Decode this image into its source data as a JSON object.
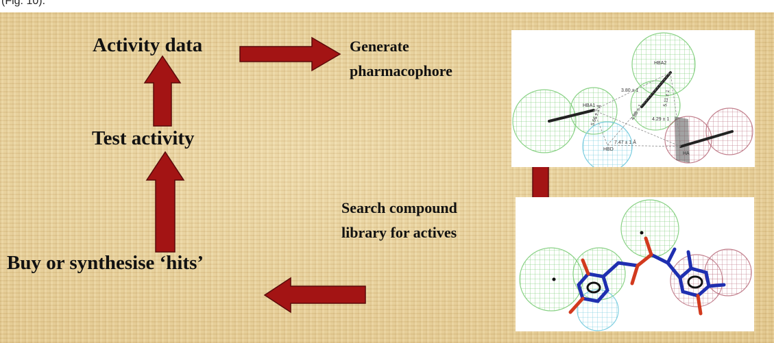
{
  "caption": "(Fig. 10).",
  "steps": {
    "activity_data": "Activity data",
    "generate_line1": "Generate",
    "generate_line2": "pharmacophore",
    "test_activity": "Test activity",
    "search_line1": "Search compound",
    "search_line2": "library for actives",
    "buy_hits": "Buy or synthesise ‘hits’"
  },
  "model1_labels": {
    "hba1": "HBA1",
    "hba2": "HBA2",
    "hbd": "HBD",
    "ha": "HA",
    "dist1": "5.66 ± 1 Å",
    "dist2": "7.47 ± 1 Å",
    "dist3": "4.29 ± 1",
    "dist4": "3.80 ± 1",
    "dist5": "4.88 ± 1",
    "dist6": "5.11 ± 1"
  },
  "colors": {
    "arrow_fill": "#a31414",
    "arrow_stroke": "#5a0a0a",
    "board": "#e8cf95",
    "sphere_green": "#7ed07a",
    "sphere_cyan": "#7fd6e8",
    "sphere_red": "#c8808c",
    "bond_blue": "#1f2fb0",
    "bond_red": "#d23a1e"
  },
  "icons": [
    "arrow-up-icon",
    "arrow-right-icon",
    "arrow-down-icon",
    "arrow-left-icon"
  ]
}
